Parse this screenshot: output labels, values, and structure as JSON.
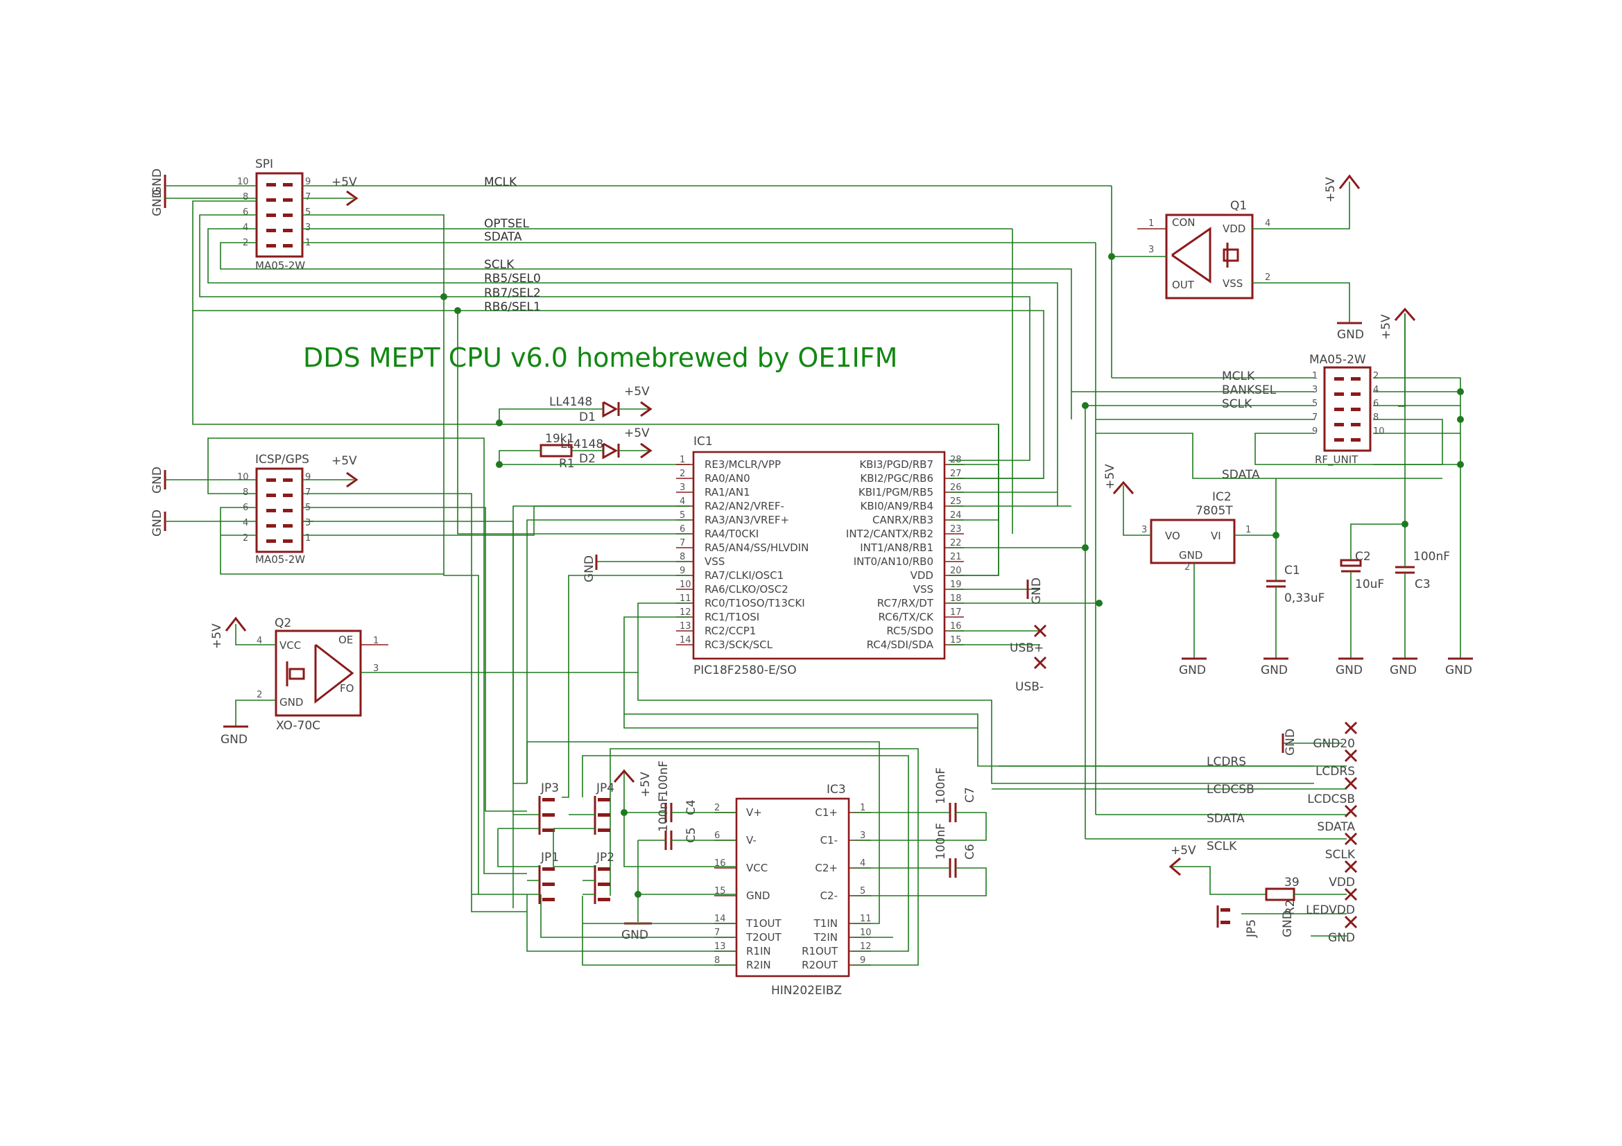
{
  "title": "DDS MEPT CPU v6.0 homebrewed by OE1IFM",
  "supply": {
    "vcc": "+5V",
    "gnd": "GND"
  },
  "net_labels": {
    "mclk": "MCLK",
    "optsel": "OPTSEL",
    "sdata": "SDATA",
    "sclk": "SCLK",
    "rb5sel0": "RB5/SEL0",
    "rb7sel2": "RB7/SEL2",
    "rb6sel1": "RB6/SEL1",
    "banksel": "BANKSEL",
    "lcdrs": "LCDRS",
    "lcdcsb": "LCDCSB"
  },
  "spi": {
    "name": "SPI",
    "value": "MA05-2W"
  },
  "icsp": {
    "name": "ICSP/GPS",
    "value": "MA05-2W"
  },
  "rf_unit": {
    "name": "MA05-2W",
    "value": "RF_UNIT"
  },
  "header_pins": {
    "p1": "1",
    "p2": "2",
    "p3": "3",
    "p4": "4",
    "p5": "5",
    "p6": "6",
    "p7": "7",
    "p8": "8",
    "p9": "9",
    "p10": "10"
  },
  "d1": {
    "name": "D1",
    "value": "LL4148"
  },
  "d2": {
    "name": "D2",
    "value": "LL4148"
  },
  "r1": {
    "name": "R1",
    "value": "19k1"
  },
  "r2": {
    "name": "R2",
    "value": "39"
  },
  "q1": {
    "name": "Q1",
    "pins": {
      "con": "CON",
      "out": "OUT",
      "vdd": "VDD",
      "vss": "VSS"
    },
    "numbers": {
      "con": "1",
      "out": "3",
      "vdd": "4",
      "vss": "2"
    }
  },
  "q2": {
    "name": "Q2",
    "value": "XO-70C",
    "pins": {
      "vcc": "VCC",
      "gnd": "GND",
      "oe": "OE",
      "fo": "FO"
    },
    "numbers": {
      "vcc": "4",
      "gnd": "2",
      "oe": "1",
      "fo": "3"
    }
  },
  "ic1": {
    "name": "IC1",
    "value": "PIC18F2580-E/SO",
    "left_pins": [
      {
        "num": "1",
        "label": "RE3/MCLR/VPP"
      },
      {
        "num": "2",
        "label": "RA0/AN0"
      },
      {
        "num": "3",
        "label": "RA1/AN1"
      },
      {
        "num": "4",
        "label": "RA2/AN2/VREF-"
      },
      {
        "num": "5",
        "label": "RA3/AN3/VREF+"
      },
      {
        "num": "6",
        "label": "RA4/T0CKI"
      },
      {
        "num": "7",
        "label": "RA5/AN4/SS/HLVDIN"
      },
      {
        "num": "8",
        "label": "VSS"
      },
      {
        "num": "9",
        "label": "RA7/CLKI/OSC1"
      },
      {
        "num": "10",
        "label": "RA6/CLKO/OSC2"
      },
      {
        "num": "11",
        "label": "RC0/T1OSO/T13CKI"
      },
      {
        "num": "12",
        "label": "RC1/T1OSI"
      },
      {
        "num": "13",
        "label": "RC2/CCP1"
      },
      {
        "num": "14",
        "label": "RC3/SCK/SCL"
      }
    ],
    "right_pins": [
      {
        "num": "28",
        "label": "KBI3/PGD/RB7"
      },
      {
        "num": "27",
        "label": "KBI2/PGC/RB6"
      },
      {
        "num": "26",
        "label": "KBI1/PGM/RB5"
      },
      {
        "num": "25",
        "label": "KBI0/AN9/RB4"
      },
      {
        "num": "24",
        "label": "CANRX/RB3"
      },
      {
        "num": "23",
        "label": "INT2/CANTX/RB2"
      },
      {
        "num": "22",
        "label": "INT1/AN8/RB1"
      },
      {
        "num": "21",
        "label": "INT0/AN10/RB0"
      },
      {
        "num": "20",
        "label": "VDD"
      },
      {
        "num": "19",
        "label": "VSS"
      },
      {
        "num": "18",
        "label": "RC7/RX/DT"
      },
      {
        "num": "17",
        "label": "RC6/TX/CK"
      },
      {
        "num": "16",
        "label": "RC5/SDO"
      },
      {
        "num": "15",
        "label": "RC4/SDI/SDA"
      }
    ]
  },
  "ic2": {
    "name": "IC2",
    "value": "7805T",
    "pins": {
      "vo": "VO",
      "vi": "VI",
      "gnd": "GND"
    },
    "numbers": {
      "vo": "3",
      "vi": "1",
      "gnd": "2"
    }
  },
  "ic3": {
    "name": "IC3",
    "value": "HIN202EIBZ",
    "left_pins": [
      {
        "num": "2",
        "label": "V+"
      },
      {
        "num": "6",
        "label": "V-"
      },
      {
        "num": "16",
        "label": "VCC"
      },
      {
        "num": "15",
        "label": "GND"
      },
      {
        "num": "14",
        "label": "T1OUT"
      },
      {
        "num": "7",
        "label": "T2OUT"
      },
      {
        "num": "13",
        "label": "R1IN"
      },
      {
        "num": "8",
        "label": "R2IN"
      }
    ],
    "right_pins": [
      {
        "num": "1",
        "label": "C1+"
      },
      {
        "num": "3",
        "label": "C1-"
      },
      {
        "num": "4",
        "label": "C2+"
      },
      {
        "num": "5",
        "label": "C2-"
      },
      {
        "num": "11",
        "label": "T1IN"
      },
      {
        "num": "10",
        "label": "T2IN"
      },
      {
        "num": "12",
        "label": "R1OUT"
      },
      {
        "num": "9",
        "label": "R2OUT"
      }
    ]
  },
  "caps": {
    "c1": {
      "name": "C1",
      "value": "0,33uF"
    },
    "c2": {
      "name": "C2",
      "value": "10uF"
    },
    "c3": {
      "name": "C3",
      "value": "100nF"
    },
    "c4": {
      "name": "C4",
      "value": "100nF"
    },
    "c5": {
      "name": "C5",
      "value": "100nF"
    },
    "c6": {
      "name": "C6",
      "value": "100nF"
    },
    "c7": {
      "name": "C7",
      "value": "100nF"
    }
  },
  "jumpers": {
    "jp1": "JP1",
    "jp2": "JP2",
    "jp3": "JP3",
    "jp4": "JP4",
    "jp5": "JP5"
  },
  "usb": {
    "plus": "USB+",
    "minus": "USB-"
  },
  "lcd_connector": [
    "GND20",
    "LCDRS",
    "LCDCSB",
    "SDATA",
    "SCLK",
    "VDD",
    "LEDVDD",
    "GND"
  ],
  "colors": {
    "wire": "#1f7a1f",
    "part": "#8b1a1a",
    "title": "#118811",
    "text": "#444444"
  }
}
